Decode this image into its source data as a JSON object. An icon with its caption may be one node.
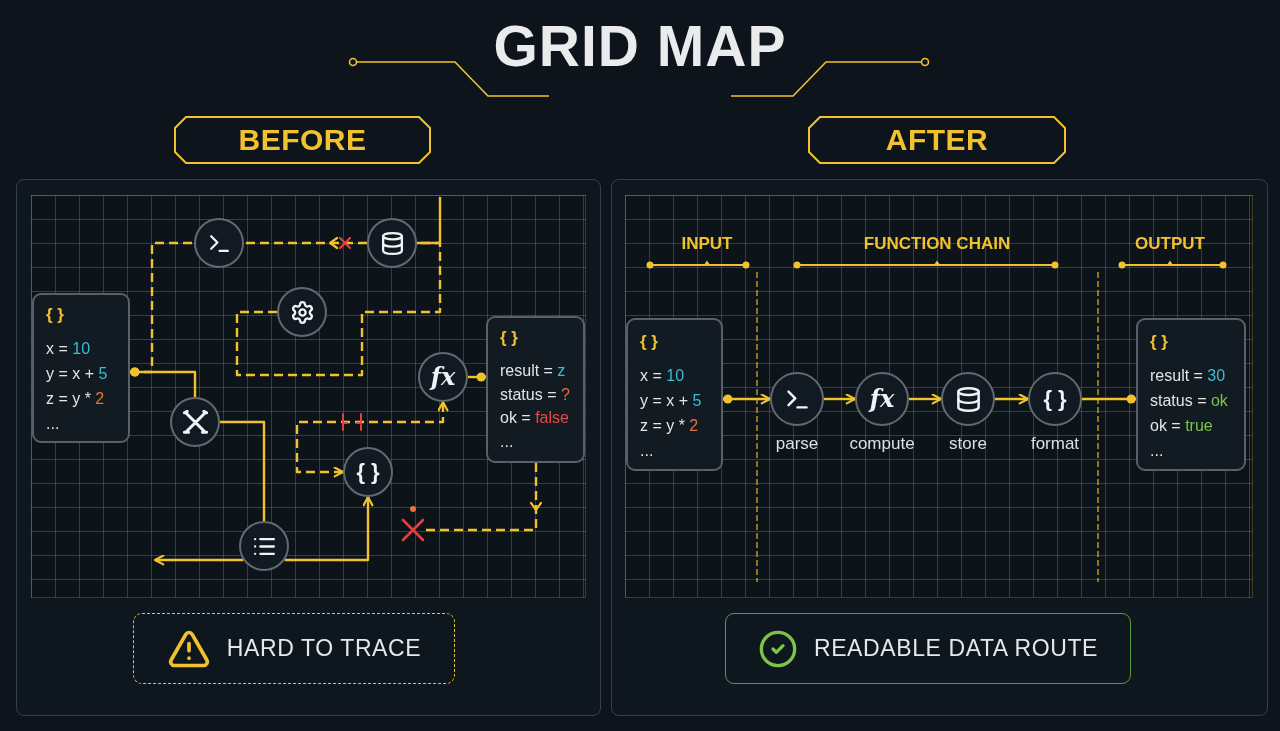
{
  "diagram": {
    "title": "GRID MAP",
    "nodes": [
      {
        "text": [
          "BEFORE"
        ]
      },
      {
        "text": [
          "{ }",
          "x = 10",
          "y = x + 5",
          "z = y * 2",
          "..."
        ]
      },
      {
        "text": [],
        "shape": "circle"
      },
      {
        "text": [],
        "shape": "circle"
      },
      {
        "text": [],
        "shape": "circle"
      },
      {
        "text": [
          "fx"
        ]
      },
      {
        "text": [
          "{ }",
          "result = z",
          "status = ?",
          "ok = false",
          "..."
        ]
      },
      {
        "text": [],
        "shape": "circle"
      },
      {
        "text": [
          "{ }"
        ]
      },
      {
        "text": [],
        "shape": "circle"
      },
      {
        "text": [],
        "shape": "cross"
      },
      {
        "text": [
          "HARD TO TRACE"
        ]
      },
      {
        "text": [
          "AFTER"
        ]
      },
      {
        "text": [
          "{ }",
          "x = 10",
          "y = x + 5",
          "z = y * 2",
          "..."
        ]
      },
      {
        "text": [],
        "shape": "circle",
        "beside": [
          "parse"
        ]
      },
      {
        "text": [
          "fx"
        ],
        "beside": [
          "compute"
        ]
      },
      {
        "text": [],
        "shape": "circle",
        "beside": [
          "store"
        ]
      },
      {
        "text": [
          "{ }"
        ],
        "beside": [
          "format"
        ]
      },
      {
        "text": [
          "{ }",
          "result = 30",
          "status = ok",
          "ok = true",
          "..."
        ]
      },
      {
        "text": [
          "READABLE DATA ROUTE"
        ]
      }
    ],
    "edges": [
      {
        "from": 1,
        "to": 7,
        "arrow": "other"
      },
      {
        "from": 1,
        "to": 2,
        "arrow": "other",
        "style": "dashed"
      },
      {
        "from": 3,
        "to": 2,
        "arrow": "to",
        "style": "dashed"
      },
      {
        "from": 4,
        "to": 3,
        "arrow": "none",
        "style": "dashed"
      },
      {
        "from": 3,
        "to": null,
        "arrow": "none"
      },
      {
        "from": 5,
        "to": 6,
        "arrow": "other"
      },
      {
        "from": 7,
        "to": 9,
        "arrow": "none"
      },
      {
        "from": 9,
        "to": null,
        "arrow": "to"
      },
      {
        "from": 9,
        "to": 8,
        "arrow": "to"
      },
      {
        "from": 8,
        "to": 5,
        "arrow": "both",
        "style": "dashed"
      },
      {
        "from": 6,
        "to": 10,
        "arrow": "to",
        "style": "dashed"
      },
      {
        "from": 13,
        "to": 14,
        "arrow": "to"
      },
      {
        "from": 14,
        "to": 15,
        "arrow": "to"
      },
      {
        "from": 15,
        "to": 16,
        "arrow": "to"
      },
      {
        "from": 16,
        "to": 17,
        "arrow": "to"
      },
      {
        "from": 17,
        "to": 18,
        "arrow": "other"
      }
    ],
    "labels": [
      "INPUT",
      "FUNCTION CHAIN",
      "OUTPUT"
    ]
  }
}
